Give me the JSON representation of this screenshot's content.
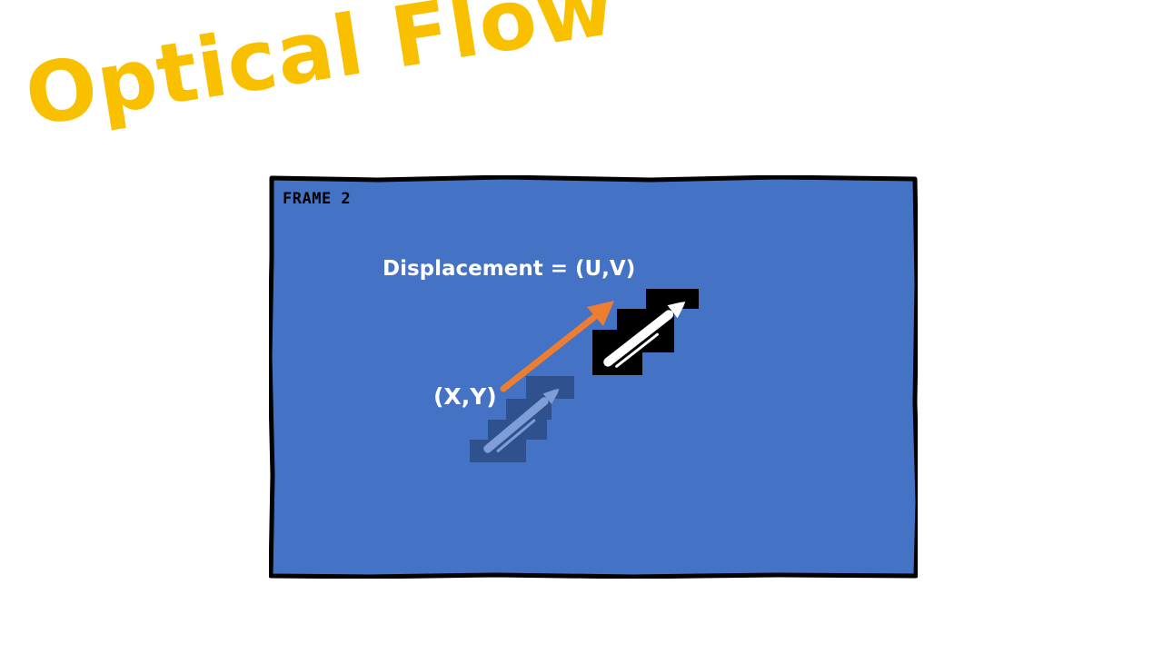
{
  "title": {
    "text": "Optical Flow",
    "color": "#F9C000"
  },
  "frame": {
    "label": "FRAME 2",
    "fill_color": "#4472C4",
    "border_color": "#000000"
  },
  "labels": {
    "displacement": "Displacement = (U,V)",
    "position": "(X,Y)"
  },
  "arrow": {
    "color": "#ED7D31",
    "icon": "arrow-icon"
  },
  "objects": {
    "previous": {
      "icon": "rocket-icon",
      "patch_color": "#2F528F",
      "glyph_color": "#7F9DD6"
    },
    "current": {
      "icon": "rocket-icon",
      "patch_color": "#000000",
      "glyph_color": "#FFFFFF"
    }
  }
}
